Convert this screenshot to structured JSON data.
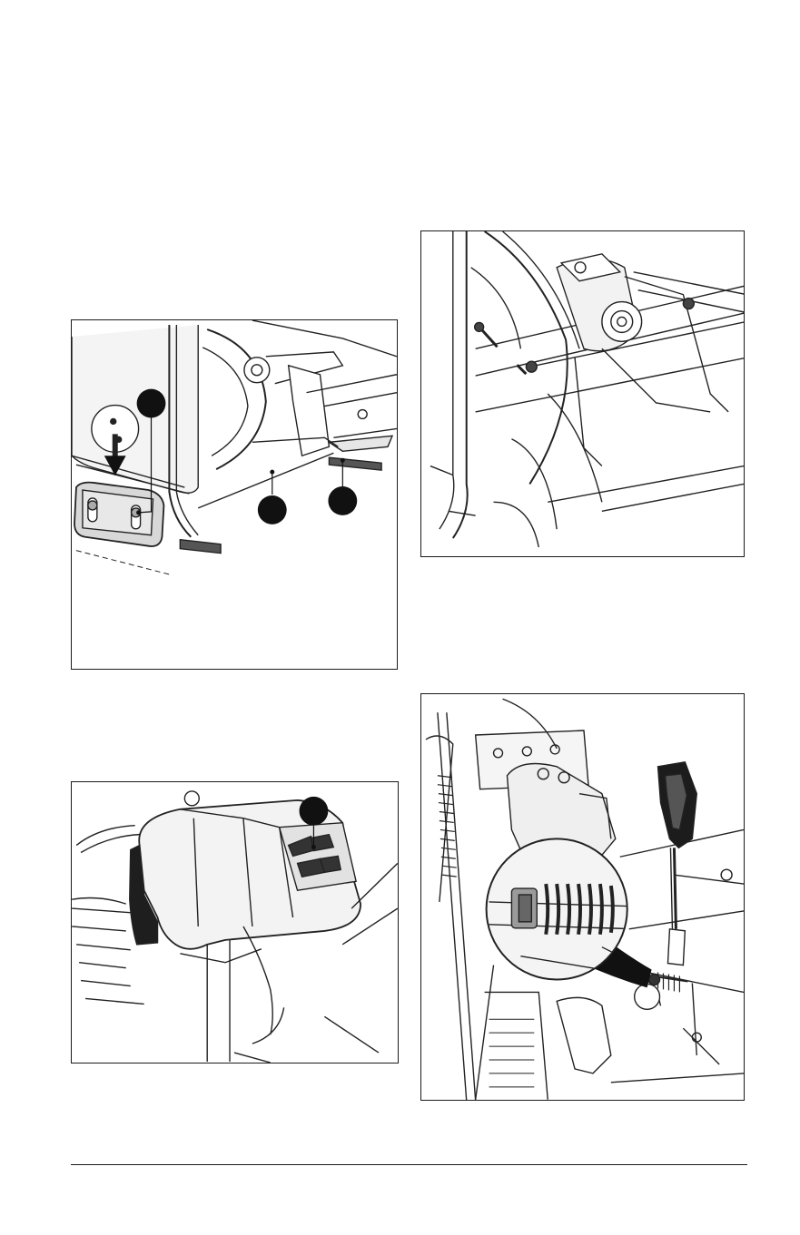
{
  "page": {
    "figures": [
      {
        "id": "fig1",
        "name": "skid-shoe-installation-illustration",
        "callouts": 3,
        "has_arrow": true
      },
      {
        "id": "fig2",
        "name": "auger-housing-bolts-illustration",
        "callouts": 0
      },
      {
        "id": "fig3",
        "name": "chute-control-housing-illustration",
        "callouts": 1
      },
      {
        "id": "fig4",
        "name": "control-lever-spring-detail-illustration",
        "callouts": 0,
        "has_magnifier": true
      }
    ]
  }
}
